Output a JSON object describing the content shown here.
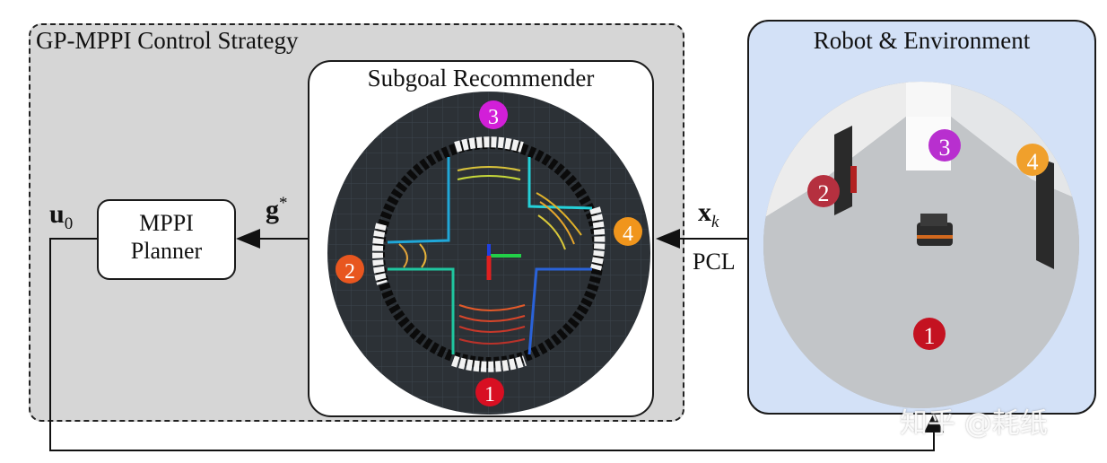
{
  "strategy": {
    "title": "GP-MPPI Control Strategy"
  },
  "recommender": {
    "title": "Subgoal Recommender"
  },
  "planner": {
    "line1": "MPPI",
    "line2": "Planner"
  },
  "environment": {
    "title": "Robot & Environment"
  },
  "signals": {
    "control": {
      "base": "u",
      "sub": "0"
    },
    "subgoal": {
      "base": "g",
      "sup": "*"
    },
    "state": {
      "base": "x",
      "sub": "k"
    },
    "sensor": "PCL"
  },
  "subgoal_markers": [
    {
      "label": "1",
      "color": "#d80f22"
    },
    {
      "label": "2",
      "color": "#e8561f"
    },
    {
      "label": "3",
      "color": "#d21fd8"
    },
    {
      "label": "4",
      "color": "#f0951c"
    }
  ],
  "env_markers": [
    {
      "label": "1",
      "color": "#c41221"
    },
    {
      "label": "2",
      "color": "#b5303f"
    },
    {
      "label": "3",
      "color": "#b82fcf"
    },
    {
      "label": "4",
      "color": "#f0a02c"
    }
  ],
  "watermark": "知乎 @耗纸"
}
